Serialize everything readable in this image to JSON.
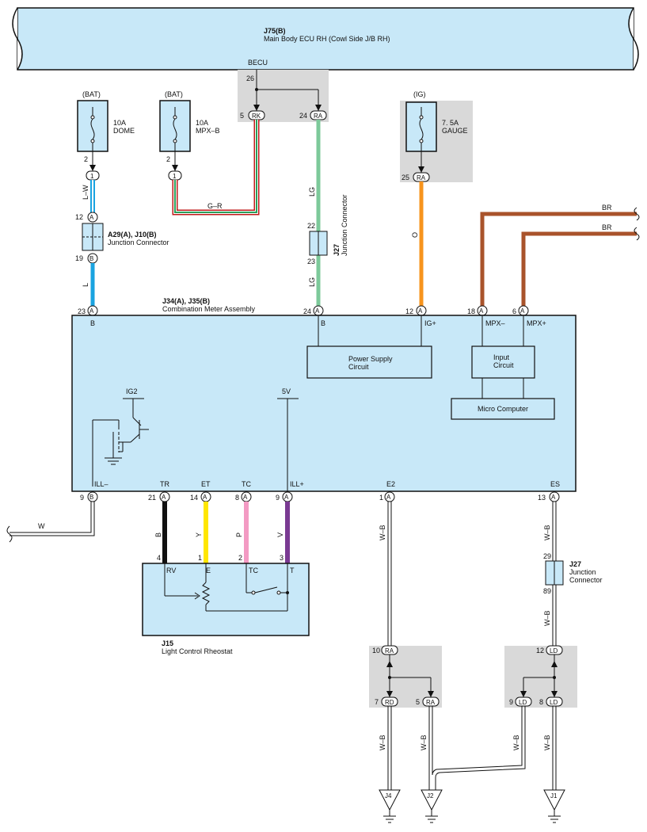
{
  "ecu": {
    "code": "J75(B)",
    "name": "Main Body ECU RH (Cowl Side J/B RH)",
    "becu": "BECU",
    "pin26": "26",
    "pin5": "5",
    "rk": "RK",
    "pin24": "24",
    "ra": "RA"
  },
  "fuses": [
    {
      "src": "(BAT)",
      "amp": "10A",
      "name": "DOME",
      "pin_out": "2",
      "conn": "1"
    },
    {
      "src": "(BAT)",
      "amp": "10A",
      "name": "MPX–B",
      "pin_out": "2",
      "conn": "1"
    },
    {
      "src": "(IG)",
      "amp": "7. 5A",
      "name": "GAUGE",
      "pin_out": "25",
      "conn": "RA"
    }
  ],
  "wires": {
    "lw": "L–W",
    "gr": "G–R",
    "lg_top": "LG",
    "lg_bot": "LG",
    "o": "O",
    "br1": "BR",
    "br2": "BR",
    "l": "L",
    "w": "W",
    "b": "B",
    "y": "Y",
    "p": "P",
    "v": "V",
    "wb1": "W–B",
    "wb2": "W–B",
    "wb3": "W–B",
    "wb4": "W–B",
    "wb5": "W–B",
    "wb6": "W–B",
    "wb7": "W–B"
  },
  "jc_left": {
    "code": "A29(A), J10(B)",
    "name": "Junction Connector",
    "pin_top": "12",
    "pin_bot": "19",
    "a": "A",
    "b": "B"
  },
  "jc_mid": {
    "code": "J27",
    "name": "Junction Connector",
    "pin_top": "22",
    "pin_bot": "23"
  },
  "jc_right": {
    "code": "J27",
    "name1": "Junction",
    "name2": "Connector",
    "pin_top": "29",
    "pin_bot": "89"
  },
  "meter": {
    "code": "J34(A), J35(B)",
    "name": "Combination Meter Assembly",
    "top_pins": [
      {
        "num": "23",
        "conn": "A",
        "label": "B"
      },
      {
        "num": "24",
        "conn": "A",
        "label": "B"
      },
      {
        "num": "12",
        "conn": "A",
        "label": "IG+"
      },
      {
        "num": "18",
        "conn": "A",
        "label": "MPX–"
      },
      {
        "num": "6",
        "conn": "A",
        "label": "MPX+"
      }
    ],
    "power_supply1": "Power Supply",
    "power_supply2": "Circuit",
    "input1": "Input",
    "input2": "Circuit",
    "micro": "Micro Computer",
    "ig2": "IG2",
    "v5": "5V",
    "bottom_pins": [
      {
        "num": "9",
        "conn": "B",
        "label": "ILL–"
      },
      {
        "num": "21",
        "conn": "A",
        "label": "TR"
      },
      {
        "num": "14",
        "conn": "A",
        "label": "ET"
      },
      {
        "num": "8",
        "conn": "A",
        "label": "TC"
      },
      {
        "num": "9",
        "conn": "A",
        "label": "ILL+"
      },
      {
        "num": "1",
        "conn": "A",
        "label": "E2"
      },
      {
        "num": "13",
        "conn": "A",
        "label": "ES"
      }
    ]
  },
  "rheostat": {
    "code": "J15",
    "name": "Light Control Rheostat",
    "pins": [
      {
        "num": "4",
        "label": "RV"
      },
      {
        "num": "1",
        "label": "E"
      },
      {
        "num": "2",
        "label": "TC"
      },
      {
        "num": "3",
        "label": "T"
      }
    ]
  },
  "splice_left": {
    "top_num": "10",
    "top": "RA",
    "l_num": "7",
    "l": "RD",
    "r_num": "5",
    "r": "RA"
  },
  "splice_right": {
    "top_num": "12",
    "top": "LD",
    "l_num": "9",
    "l": "LD",
    "r_num": "8",
    "r": "LD"
  },
  "grounds": [
    "J4",
    "J2",
    "J1"
  ]
}
